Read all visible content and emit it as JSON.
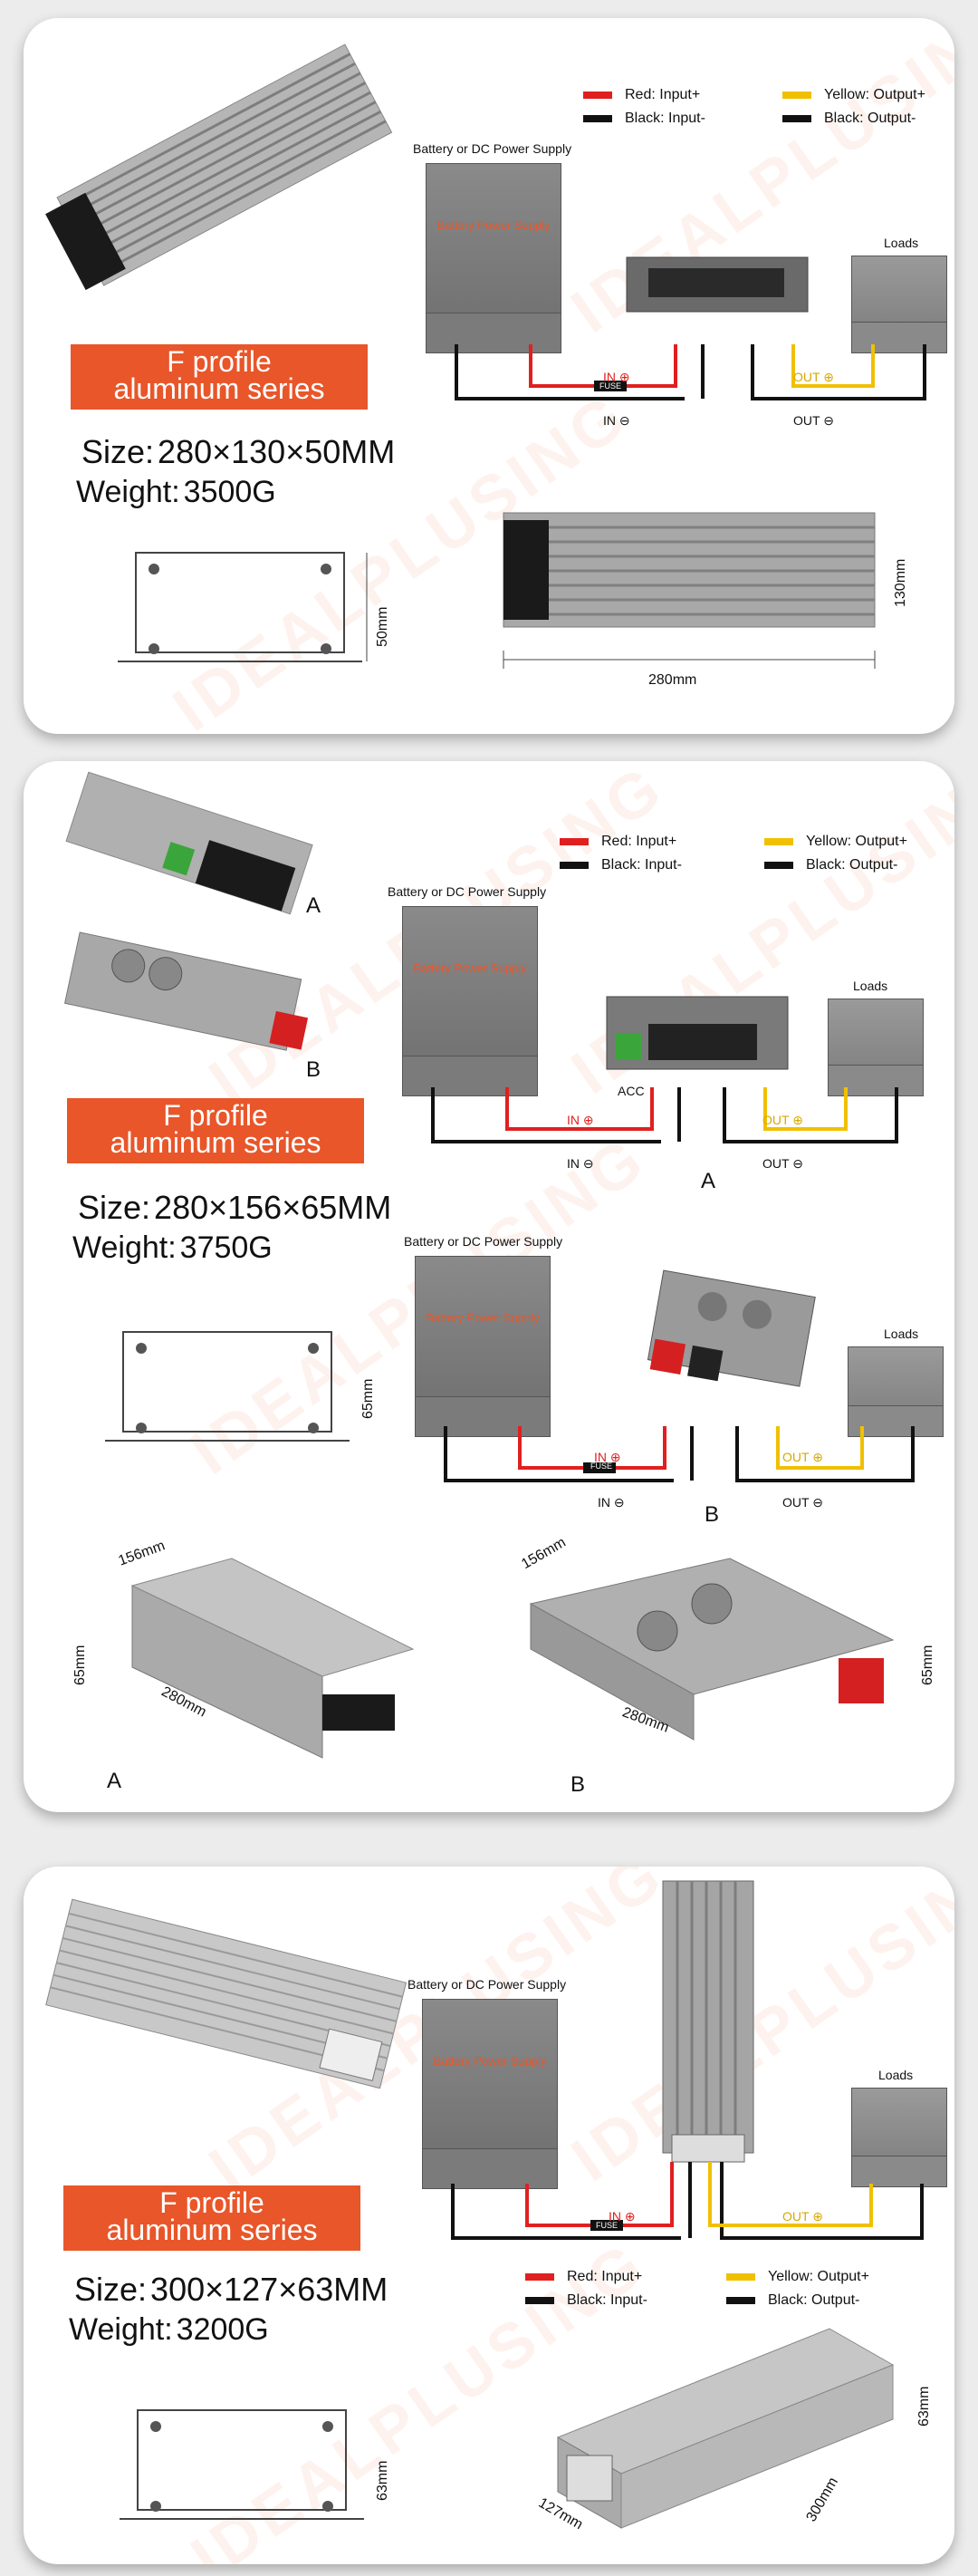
{
  "watermark": "IDEALPLUSING",
  "colors": {
    "accent": "#e8562a",
    "red": "#e02020",
    "yellow": "#f0c000",
    "black": "#111111"
  },
  "legend": {
    "red": "Red: Input+",
    "black_in": "Black: Input-",
    "yellow": "Yellow: Output+",
    "black_out": "Black: Output-"
  },
  "diagram": {
    "supply_title": "Battery or DC Power Supply",
    "battery_label": "Battery Power Supply",
    "loads": "Loads",
    "in_plus": "IN ⊕",
    "in_minus": "IN ⊖",
    "out_plus": "OUT ⊕",
    "out_minus": "OUT ⊖",
    "fuse": "FUSE",
    "acc": "ACC"
  },
  "sections": [
    {
      "badge_line1": "F profile",
      "badge_line2": "aluminum series",
      "size_label": "Size:",
      "size_value": "280×130×50MM",
      "weight_label": "Weight:",
      "weight_value": "3500G",
      "dims": {
        "height": "50mm",
        "width": "130mm",
        "length": "280mm"
      }
    },
    {
      "badge_line1": "F profile",
      "badge_line2": "aluminum series",
      "size_label": "Size:",
      "size_value": "280×156×65MM",
      "weight_label": "Weight:",
      "weight_value": "3750G",
      "dims": {
        "height": "65mm",
        "width": "156mm",
        "length": "280mm"
      },
      "variant_a": "A",
      "variant_b": "B"
    },
    {
      "badge_line1": "F profile",
      "badge_line2": "aluminum series",
      "size_label": "Size:",
      "size_value": "300×127×63MM",
      "weight_label": "Weight:",
      "weight_value": "3200G",
      "dims": {
        "height": "63mm",
        "width": "127mm",
        "length": "300mm"
      }
    }
  ]
}
